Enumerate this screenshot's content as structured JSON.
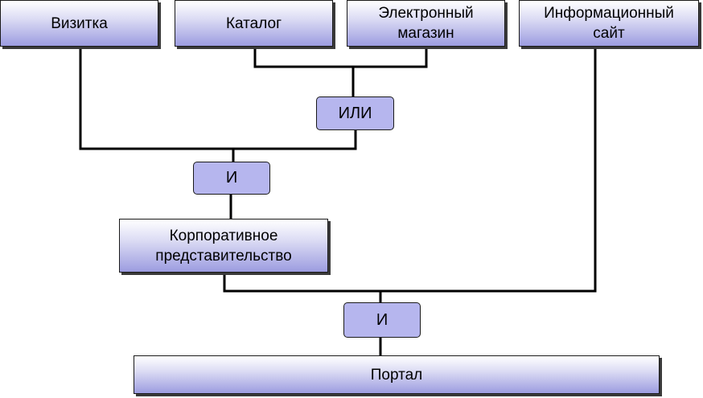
{
  "nodes": {
    "vizitka": "Визитка",
    "katalog": "Каталог",
    "shop": "Электронный\nмагазин",
    "info_site": "Информационный\nсайт",
    "gate_or": "ИЛИ",
    "gate_and_1": "И",
    "corporate": "Корпоративное\nпредставительство",
    "gate_and_2": "И",
    "portal": "Портал"
  },
  "colors": {
    "block_gradient_top": "#ffffff",
    "block_gradient_bottom": "#9c9ce0",
    "gate_fill": "#b6b6ee",
    "line": "#000000"
  }
}
